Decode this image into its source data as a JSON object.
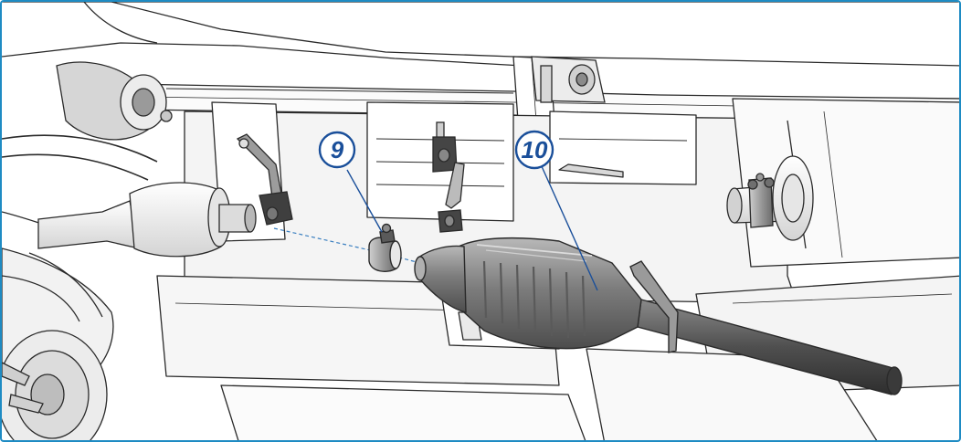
{
  "colors": {
    "frame_border": "#1e8bc3",
    "callout": "#1a4f9a",
    "line_art": "#2a2a2a",
    "chassis_fill": "#f7f7f7",
    "part_light": "#d9d9d9",
    "part_mid": "#8c8c8c",
    "part_dark": "#4a4a4a",
    "leader_dashed": "#3a7fc0"
  },
  "callouts": [
    {
      "id": "9",
      "label": "9"
    },
    {
      "id": "10",
      "label": "10"
    }
  ],
  "icons": {
    "clamp": "pipe-clamp-icon",
    "catalytic_converter": "catalytic-converter-icon",
    "mount": "rubber-hanger-icon"
  }
}
